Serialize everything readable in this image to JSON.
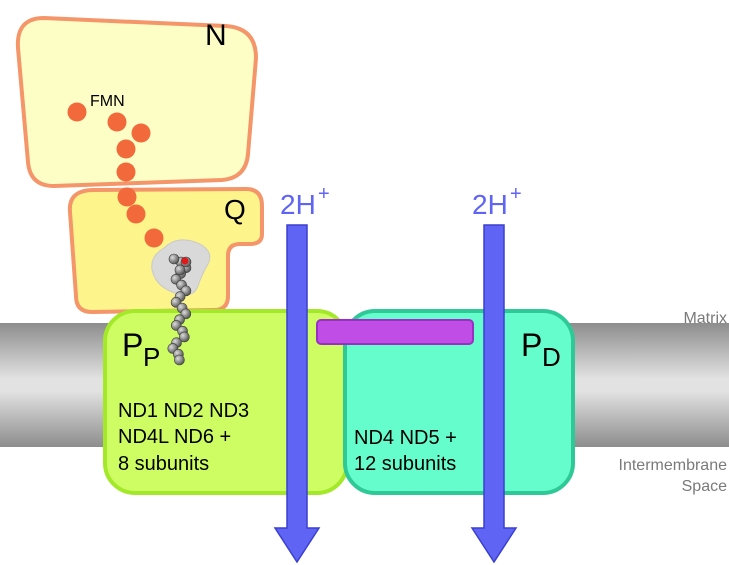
{
  "modules": {
    "n": {
      "label": "N",
      "fill": "#fdfdc6",
      "stroke": "#f4956a"
    },
    "q": {
      "label": "Q",
      "fill": "#fdf58c",
      "stroke": "#f4956a"
    },
    "pp": {
      "label_main": "P",
      "label_sub": "P",
      "fill": "#cdfd63",
      "stroke": "#a4e82a",
      "subunits": [
        "ND1 ND2 ND3",
        "ND4L ND6 +",
        "8 subunits"
      ]
    },
    "pd": {
      "label_main": "P",
      "label_sub": "D",
      "fill": "#66fdcc",
      "stroke": "#2fc998",
      "subunits": [
        "ND4 ND5 +",
        "12 subunits"
      ]
    }
  },
  "fmn": {
    "label": "FMN",
    "color": "#f26a3c",
    "count": 8
  },
  "proton_pumps": [
    {
      "label": "2H",
      "charge": "+"
    },
    {
      "label": "2H",
      "charge": "+"
    }
  ],
  "membrane": {
    "matrix_label": "Matrix",
    "ims_label": [
      "Intermembrane",
      "Space"
    ]
  },
  "colors": {
    "arrow": "#5f64f4",
    "arrow_stroke": "#3a3fcf",
    "proton_label": "#5f64f4",
    "helix": "#c04ee6",
    "side_label": "#7a7a7a"
  }
}
